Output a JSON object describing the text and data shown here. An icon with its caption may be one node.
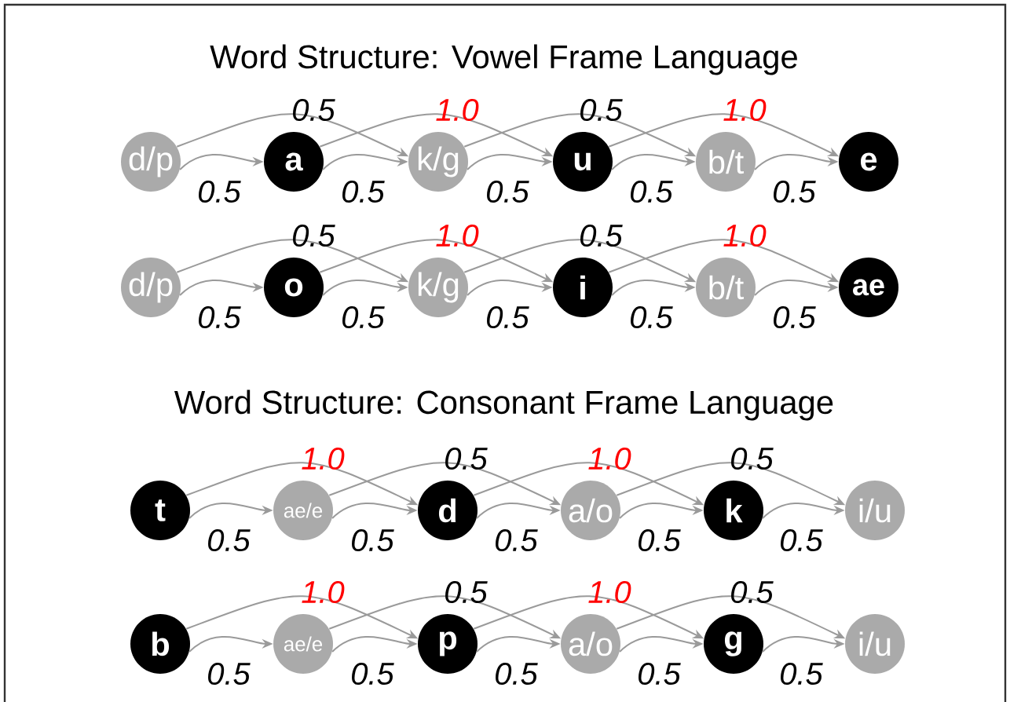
{
  "diagram": {
    "nodes": [
      {
        "text": [
          "d/p"
        ]
      },
      {
        "text": [
          "a"
        ]
      },
      {
        "text": [
          "k/g"
        ]
      },
      {
        "text": [
          "u"
        ]
      },
      {
        "text": [
          "b/t"
        ]
      },
      {
        "text": [
          "e"
        ]
      },
      {
        "text": [
          "d/p"
        ]
      },
      {
        "text": [
          "o"
        ]
      },
      {
        "text": [
          "k/g"
        ]
      },
      {
        "text": [
          "i"
        ]
      },
      {
        "text": [
          "b/t"
        ]
      },
      {
        "text": [
          "ae"
        ]
      },
      {
        "text": [
          "t"
        ]
      },
      {
        "text": [
          "ae/e"
        ]
      },
      {
        "text": [
          "d"
        ]
      },
      {
        "text": [
          "a/o"
        ]
      },
      {
        "text": [
          "k"
        ]
      },
      {
        "text": [
          "i/u"
        ]
      },
      {
        "text": [
          "b"
        ]
      },
      {
        "text": [
          "ae/e"
        ]
      },
      {
        "text": [
          "p"
        ]
      },
      {
        "text": [
          "a/o"
        ]
      },
      {
        "text": [
          "g"
        ]
      },
      {
        "text": [
          "i/u"
        ]
      }
    ],
    "edges": [
      {
        "from": 0,
        "to": 1,
        "arrow": "to",
        "label": "0.5"
      },
      {
        "from": 0,
        "to": 2,
        "arrow": "to",
        "label": "0.5"
      },
      {
        "from": 1,
        "to": 2,
        "arrow": "to",
        "label": "0.5"
      },
      {
        "from": 1,
        "to": 3,
        "arrow": "to",
        "label": "1.0"
      },
      {
        "from": 2,
        "to": 3,
        "arrow": "to",
        "label": "0.5"
      },
      {
        "from": 2,
        "to": 4,
        "arrow": "to",
        "label": "0.5"
      },
      {
        "from": 3,
        "to": 4,
        "arrow": "to",
        "label": "0.5"
      },
      {
        "from": 3,
        "to": 5,
        "arrow": "to",
        "label": "1.0"
      },
      {
        "from": 4,
        "to": 5,
        "arrow": "to",
        "label": "0.5"
      },
      {
        "from": 6,
        "to": 7,
        "arrow": "to",
        "label": "0.5"
      },
      {
        "from": 6,
        "to": 8,
        "arrow": "to",
        "label": "0.5"
      },
      {
        "from": 7,
        "to": 8,
        "arrow": "to",
        "label": "0.5"
      },
      {
        "from": 7,
        "to": 9,
        "arrow": "to",
        "label": "1.0"
      },
      {
        "from": 8,
        "to": 9,
        "arrow": "to",
        "label": "0.5"
      },
      {
        "from": 8,
        "to": 10,
        "arrow": "to",
        "label": "0.5"
      },
      {
        "from": 9,
        "to": 10,
        "arrow": "to",
        "label": "0.5"
      },
      {
        "from": 9,
        "to": 11,
        "arrow": "to",
        "label": "1.0"
      },
      {
        "from": 10,
        "to": 11,
        "arrow": "to",
        "label": "0.5"
      },
      {
        "from": 12,
        "to": 13,
        "arrow": "to",
        "label": "0.5"
      },
      {
        "from": 12,
        "to": 14,
        "arrow": "to",
        "label": "1.0"
      },
      {
        "from": 13,
        "to": 14,
        "arrow": "to",
        "label": "0.5"
      },
      {
        "from": 13,
        "to": 15,
        "arrow": "to",
        "label": "0.5"
      },
      {
        "from": 14,
        "to": 15,
        "arrow": "to",
        "label": "0.5"
      },
      {
        "from": 14,
        "to": 16,
        "arrow": "to",
        "label": "1.0"
      },
      {
        "from": 15,
        "to": 16,
        "arrow": "to",
        "label": "0.5"
      },
      {
        "from": 15,
        "to": 17,
        "arrow": "to",
        "label": "0.5"
      },
      {
        "from": 16,
        "to": 17,
        "arrow": "to",
        "label": "0.5"
      },
      {
        "from": 18,
        "to": 19,
        "arrow": "to",
        "label": "0.5"
      },
      {
        "from": 18,
        "to": 20,
        "arrow": "to",
        "label": "1.0"
      },
      {
        "from": 19,
        "to": 20,
        "arrow": "to",
        "label": "0.5"
      },
      {
        "from": 19,
        "to": 21,
        "arrow": "to",
        "label": "0.5"
      },
      {
        "from": 20,
        "to": 21,
        "arrow": "to",
        "label": "0.5"
      },
      {
        "from": 20,
        "to": 22,
        "arrow": "to",
        "label": "1.0"
      },
      {
        "from": 21,
        "to": 22,
        "arrow": "to",
        "label": "0.5"
      },
      {
        "from": 21,
        "to": 23,
        "arrow": "to",
        "label": "0.5"
      },
      {
        "from": 22,
        "to": 23,
        "arrow": "to",
        "label": "0.5"
      }
    ],
    "labels": [
      "Word Structure: Vowel Frame Language",
      "Word Structure: Consonant Frame Language"
    ]
  }
}
